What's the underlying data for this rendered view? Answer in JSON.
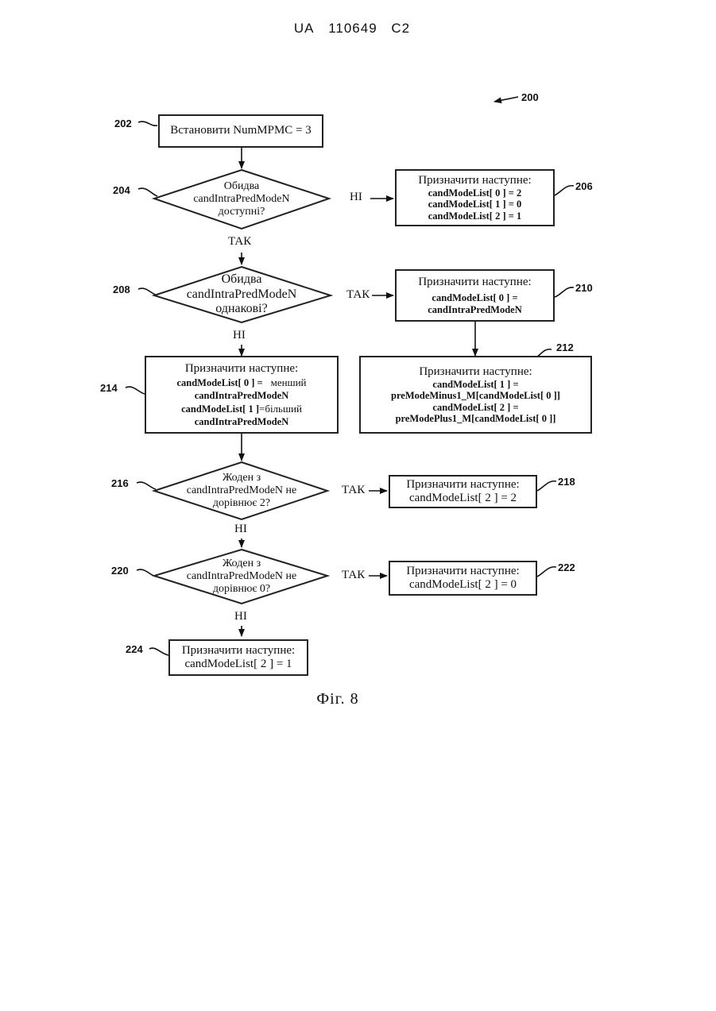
{
  "header": {
    "country": "UA",
    "number": "110649",
    "kind": "C2"
  },
  "figure_ref": "200",
  "caption": "Фіг. 8",
  "refs": {
    "r202": "202",
    "r204": "204",
    "r206": "206",
    "r208": "208",
    "r210": "210",
    "r212": "212",
    "r214": "214",
    "r216": "216",
    "r218": "218",
    "r220": "220",
    "r222": "222",
    "r224": "224"
  },
  "nodes": {
    "n202": {
      "text": "Встановити NumMPMC = 3"
    },
    "n204": {
      "lines": [
        "Обидва",
        "candIntraPredModeN",
        "доступні?"
      ]
    },
    "n206": {
      "title": "Призначити наступне:",
      "lines": [
        "candModeList[ 0 ] = 2",
        "candModeList[ 1 ] = 0",
        "candModeList[ 2 ] = 1"
      ]
    },
    "n208": {
      "lines": [
        "Обидва",
        "candIntraPredModeN",
        "однакові?"
      ]
    },
    "n210": {
      "title": "Призначити наступне:",
      "lines": [
        "candModeList[ 0 ] =",
        "candIntraPredModeN"
      ]
    },
    "n212": {
      "title": "Призначити наступне:",
      "lines": [
        "candModeList[ 1 ] =",
        "preModeMinus1_M[candModeList[ 0 ]]",
        "candModeList[ 2 ] =",
        "preModePlus1_M[candModeList[ 0 ]]"
      ]
    },
    "n214": {
      "title": "Призначити наступне:",
      "l1a": "candModeList[ 0 ] =",
      "l1b": "менший",
      "l2": "candIntraPredModeN",
      "l3a": "candModeList[ 1 ]",
      "l3b": "=більший",
      "l4": "candIntraPredModeN"
    },
    "n216": {
      "lines": [
        "Жоден з",
        "candIntraPredModeN не",
        "дорівнює 2?"
      ]
    },
    "n218": {
      "title": "Призначити наступне:",
      "line": "candModeList[ 2 ] = 2"
    },
    "n220": {
      "lines": [
        "Жоден з",
        "candIntraPredModeN не",
        "дорівнює 0?"
      ]
    },
    "n222": {
      "title": "Призначити наступне:",
      "line": "candModeList[ 2 ] = 0"
    },
    "n224": {
      "title": "Призначити наступне:",
      "line": "candModeList[ 2 ] = 1"
    }
  },
  "edge_labels": {
    "e204_no": "НІ",
    "e204_yes": "ТАК",
    "e208_yes": "ТАК",
    "e208_no": "НІ",
    "e216_yes": "ТАК",
    "e216_no": "НІ",
    "e220_yes": "ТАК",
    "e220_no": "НІ"
  }
}
